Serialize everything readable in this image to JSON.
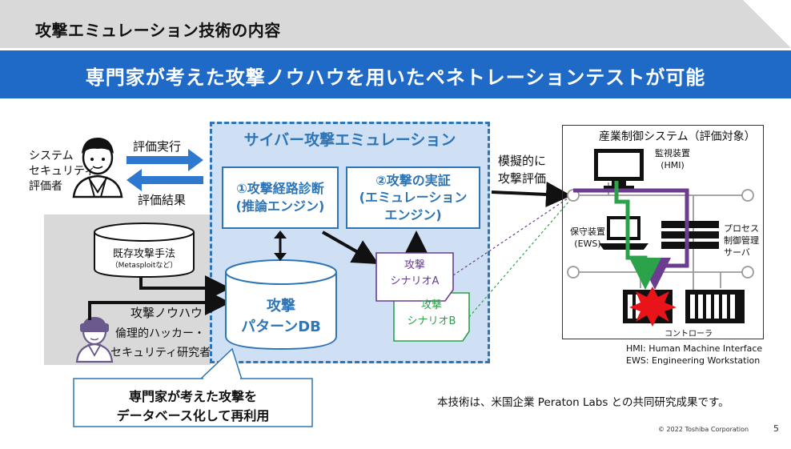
{
  "header": {
    "title": "攻撃エミュレーション技術の内容",
    "banner": "専門家が考えた攻撃ノウハウを用いたペネトレーションテストが可能"
  },
  "left": {
    "sysadmin": [
      "システム",
      "セキュリティ",
      "評価者"
    ],
    "eval_exec": "評価実行",
    "eval_result": "評価結果",
    "existing_methods": "既存攻撃手法",
    "existing_methods_sub": "（Metasploitなど）",
    "attack_knowhow": "攻撃ノウハウ",
    "ethical_hacker": "倫理的ハッカー・",
    "security_researcher": "セキュリティ研究者"
  },
  "emulation": {
    "title": "サイバー攻撃エミュレーション",
    "engine1": [
      "①攻撃経路診断",
      "(推論エンジン)"
    ],
    "engine2": [
      "②攻撃の実証",
      "(エミュレーション",
      "エンジン)"
    ],
    "db": [
      "攻撃",
      "パターンDB"
    ],
    "scenario_a": [
      "攻撃",
      "シナリオA"
    ],
    "scenario_b": [
      "攻撃",
      "シナリオB"
    ]
  },
  "mock_eval": [
    "模擬的に",
    "攻撃評価"
  ],
  "ics": {
    "title": "産業制御システム（評価対象）",
    "monitor": [
      "監視装置",
      "(HMI)"
    ],
    "ews": [
      "保守装置",
      "(EWS)"
    ],
    "process_server": [
      "プロセス",
      "制御管理",
      "サーバ"
    ],
    "controller": "コントローラ"
  },
  "legend": {
    "hmi": "HMI: Human Machine Interface",
    "ews": "EWS: Engineering Workstation"
  },
  "callout": [
    "専門家が考えた攻撃を",
    "データベース化して再利用"
  ],
  "footer": {
    "note": "本技術は、米国企業 Peraton Labs との共同研究成果です。",
    "copyright": "© 2022 Toshiba Corporation",
    "page": "5"
  },
  "colors": {
    "banner": "#1f6ac6",
    "emulation_fill": "#cfe0f5",
    "accent_blue": "#2e75b6",
    "purple_path": "#6a3d91",
    "green_path": "#2ca24a",
    "alert_red": "#e8141a"
  }
}
